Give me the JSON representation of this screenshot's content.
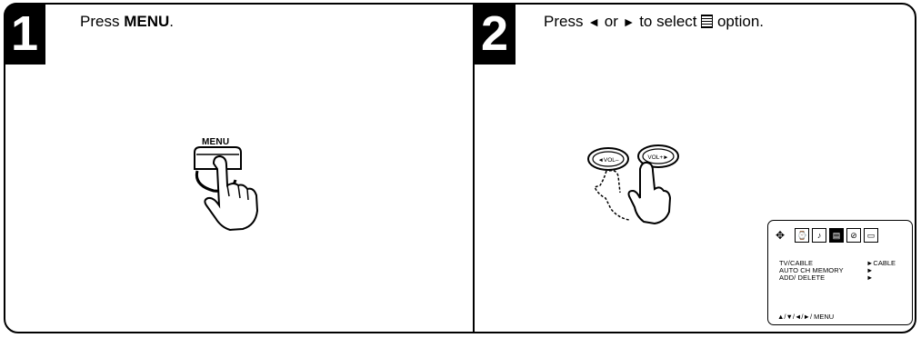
{
  "steps": [
    {
      "number": "1",
      "text_prefix": "Press ",
      "text_bold": "MENU",
      "text_suffix": ".",
      "button_label": "MENU"
    },
    {
      "number": "2",
      "text_prefix": "Press ",
      "left_arrow": "◄",
      "text_or": " or ",
      "right_arrow": "►",
      "text_suffix": " to select ",
      "text_end": " option.",
      "vol_minus_label": "◄VOL–",
      "vol_plus_label": "VOL+►"
    }
  ],
  "osd": {
    "cursor_icon": "four-way-arrow",
    "icons": [
      {
        "name": "timer-icon",
        "glyph": "⌚",
        "selected": false
      },
      {
        "name": "picture-icon",
        "glyph": "♪",
        "selected": false
      },
      {
        "name": "setup-icon",
        "glyph": "▤",
        "selected": true
      },
      {
        "name": "lock-icon",
        "glyph": "⊘",
        "selected": false
      },
      {
        "name": "caption-icon",
        "glyph": "▭",
        "selected": false
      }
    ],
    "rows": [
      {
        "label": "TV/CABLE",
        "value": "►CABLE"
      },
      {
        "label": "AUTO  CH  MEMORY",
        "value": "►"
      },
      {
        "label": "ADD/ DELETE",
        "value": "►"
      }
    ],
    "footer": "▲/▼/◄/►/ MENU"
  }
}
